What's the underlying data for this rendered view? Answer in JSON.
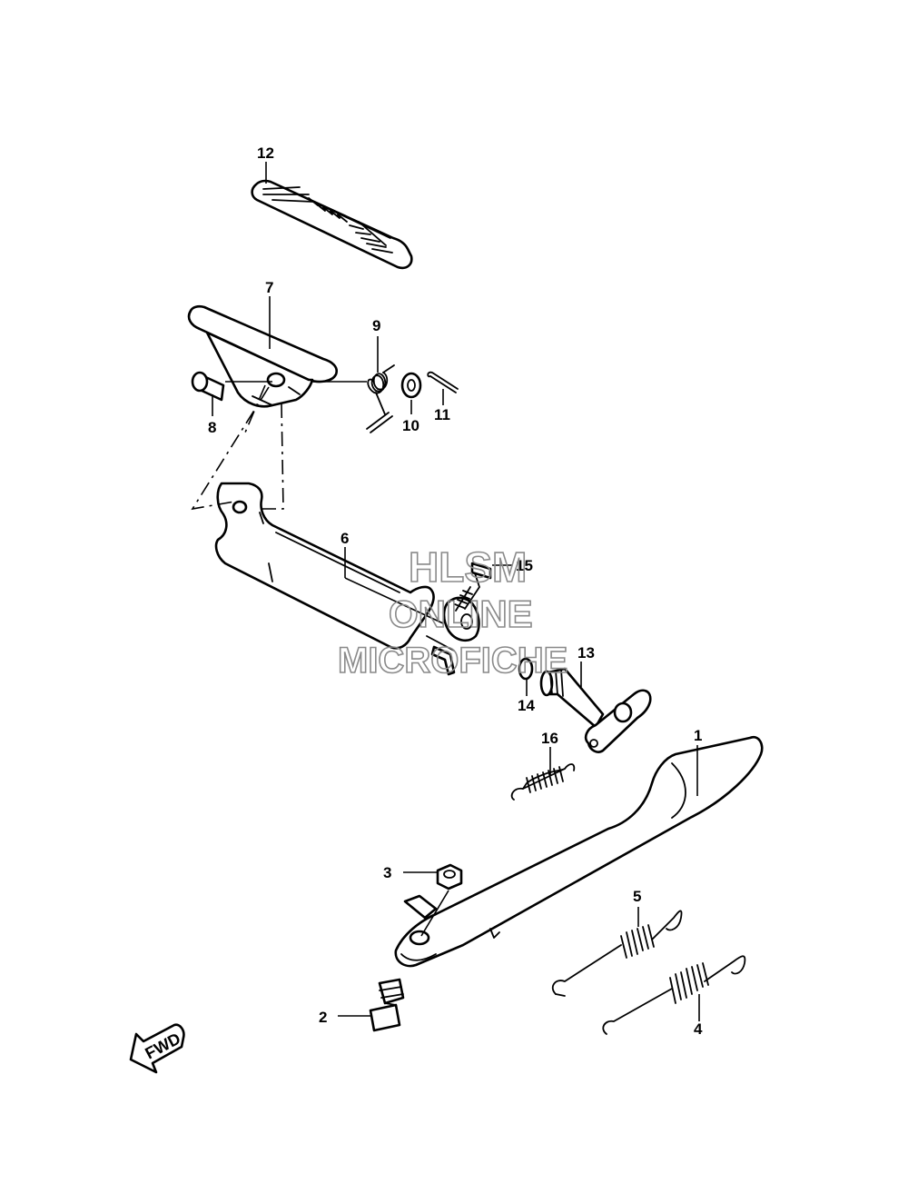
{
  "callouts": {
    "p1": "1",
    "p2": "2",
    "p3": "3",
    "p4": "4",
    "p5": "5",
    "p6": "6",
    "p7": "7",
    "p8": "8",
    "p9": "9",
    "p10": "10",
    "p11": "11",
    "p12": "12",
    "p13": "13",
    "p14": "14",
    "p15": "15",
    "p16": "16"
  },
  "watermark": {
    "line1": "HLSM",
    "line2": "ONLINE",
    "line3": "MICROFICHE"
  },
  "direction": {
    "label": "FWD"
  },
  "colors": {
    "line": "#000000",
    "watermark": "#8a8a8a",
    "background": "#ffffff"
  }
}
